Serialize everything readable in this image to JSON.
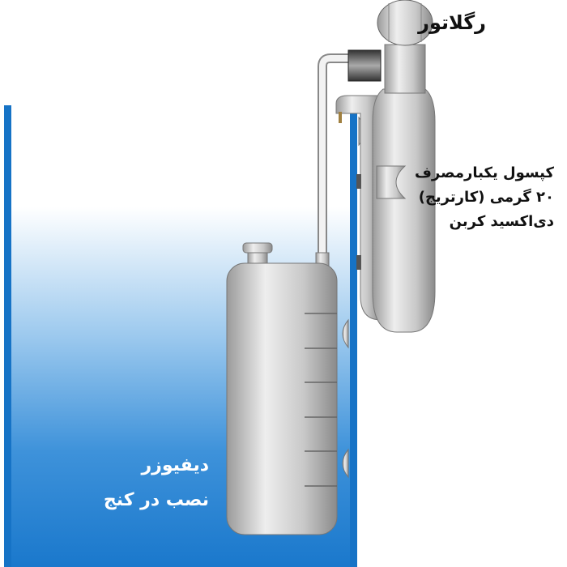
{
  "labels": {
    "regulator": "رگلاتور",
    "cartridge_line1": "کپسول یکبارمصرف",
    "cartridge_line2": "۲۰ گرمی (کارتریج)",
    "cartridge_line3": "دی‌اکسید کربن",
    "diffuser_line1": "دیفیوزر",
    "diffuser_line2": "نصب در کنج"
  },
  "colors": {
    "water": "#1a78cc",
    "wall": "#1673c6",
    "metal": "#c8c8c8"
  }
}
